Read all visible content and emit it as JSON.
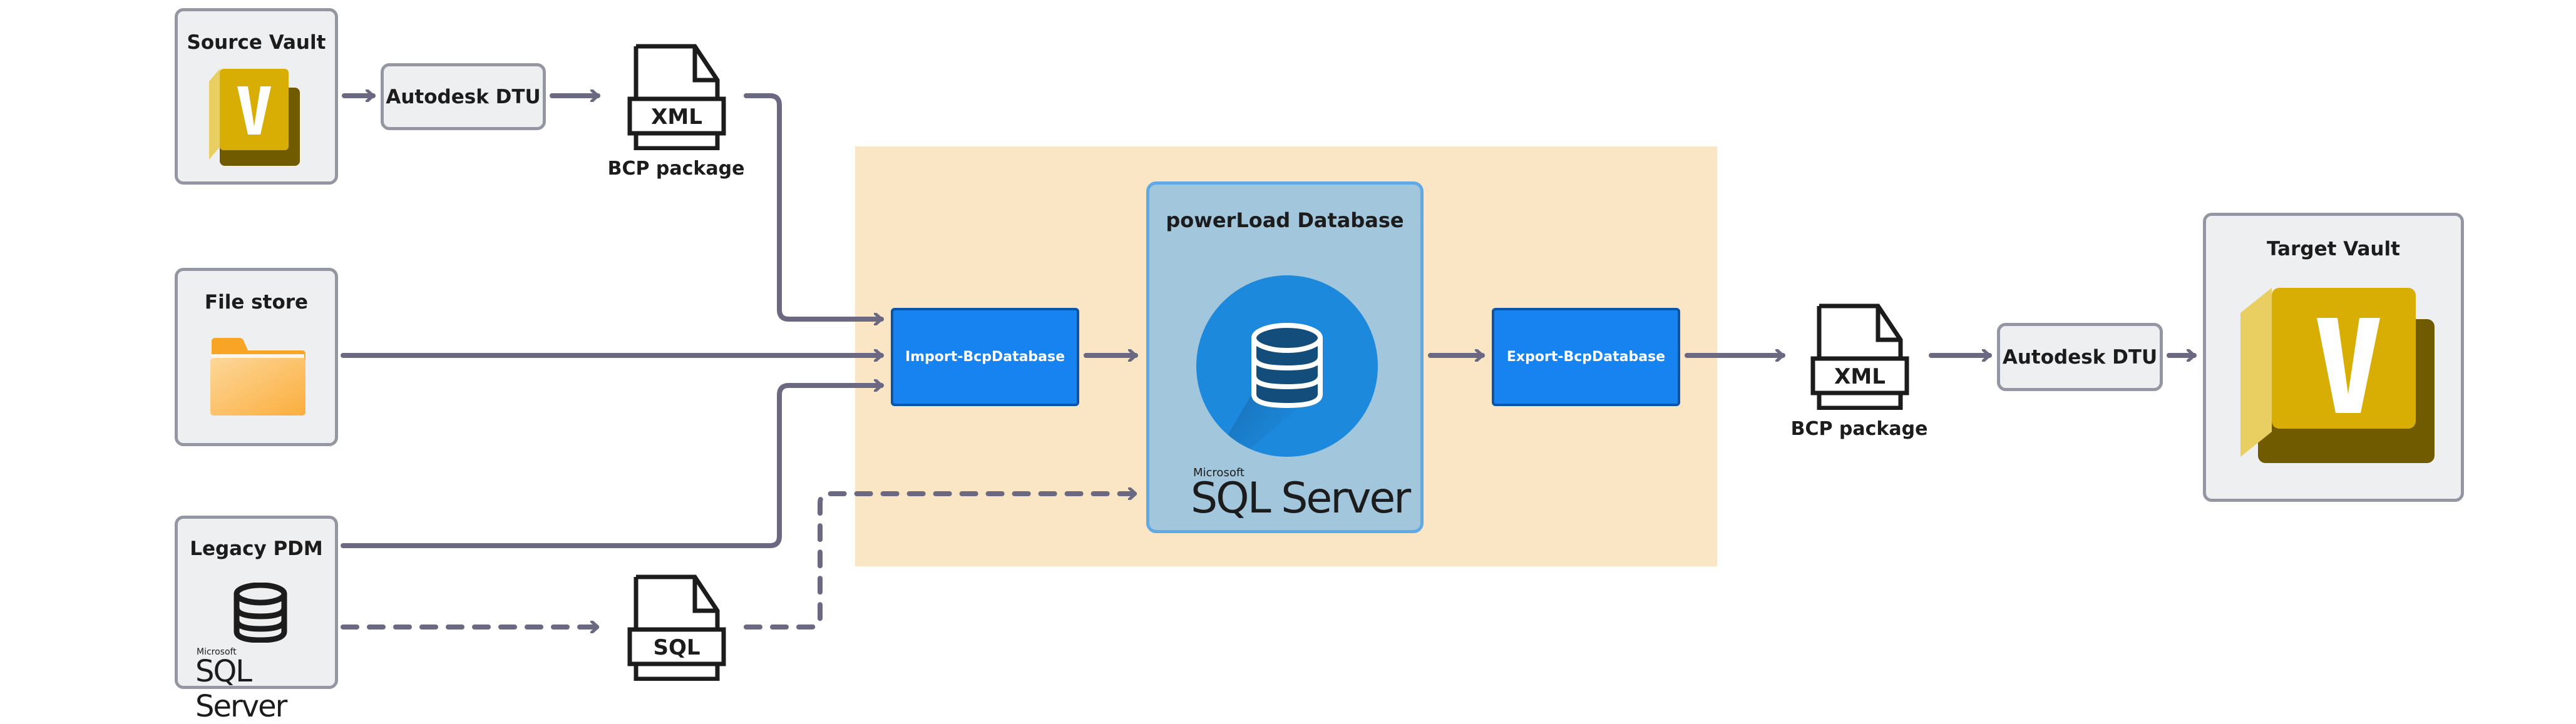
{
  "diagram": {
    "sources": {
      "source_vault": {
        "title": "Source Vault",
        "icon": "autodesk-vault-icon"
      },
      "file_store": {
        "title": "File store",
        "icon": "folder-icon"
      },
      "legacy_pdm": {
        "title": "Legacy PDM",
        "icon": "database-icon",
        "brand_small": "Microsoft",
        "brand_large": "SQL Server"
      }
    },
    "dtu_left": {
      "label": "Autodesk DTU"
    },
    "xml_left": {
      "badge": "XML",
      "caption": "BCP package"
    },
    "sql_file": {
      "badge": "SQL"
    },
    "powerload": {
      "import_label": "Import-BcpDatabase",
      "export_label": "Export-BcpDatabase",
      "db_title": "powerLoad Database",
      "brand_small": "Microsoft",
      "brand_large": "SQL Server"
    },
    "xml_right": {
      "badge": "XML",
      "caption": "BCP package"
    },
    "dtu_right": {
      "label": "Autodesk DTU"
    },
    "target_vault": {
      "title": "Target Vault",
      "icon": "autodesk-vault-icon"
    },
    "colors": {
      "connector": "#6b6882",
      "region": "#fae6c4",
      "action_blue": "#1783f0",
      "db_panel": "#a2c6dc",
      "vault_gold": "#d9ae04",
      "vault_light": "#e9ce61",
      "vault_dark": "#705b00"
    }
  }
}
